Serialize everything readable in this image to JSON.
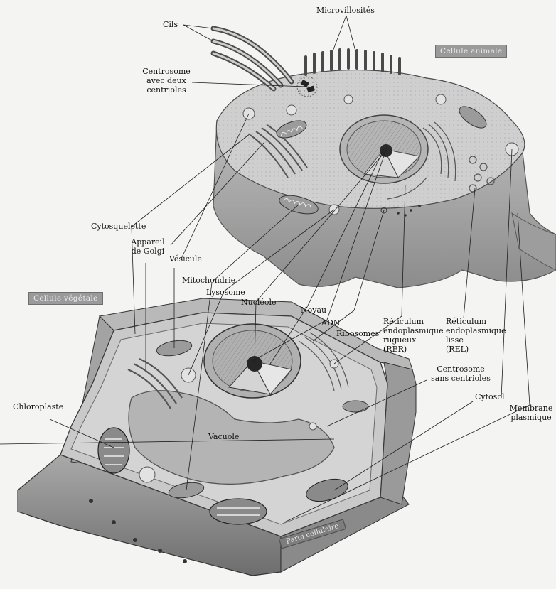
{
  "diagram": {
    "banners": {
      "animal": "Cellule animale",
      "vegetal": "Cellule végétale",
      "wall": "Paroi cellulaire"
    },
    "labels": {
      "cils": "Cils",
      "microvillosites": "Microvillosités",
      "centrosome_1": "Centrosome",
      "centrosome_2": "avec deux",
      "centrosome_3": "centrioles",
      "cytosquelette": "Cytosquelette",
      "golgi_1": "Appareil",
      "golgi_2": "de Golgi",
      "vesicule": "Vésicule",
      "mitochondrie": "Mitochondrie",
      "lysosome": "Lysosome",
      "nucleole": "Nucléole",
      "noyau": "Noyau",
      "adn": "ADN",
      "ribosomes": "Ribosomes",
      "rer_1": "Réticulum",
      "rer_2": "endoplasmique",
      "rer_3": "rugueux",
      "rer_4": "(RER)",
      "rel_1": "Réticulum",
      "rel_2": "endoplasmique",
      "rel_3": "lisse",
      "rel_4": "(REL)",
      "centrosome_v_1": "Centrosome",
      "centrosome_v_2": "sans centrioles",
      "cytosol": "Cytosol",
      "membrane_1": "Membrane",
      "membrane_2": "plasmique",
      "chloroplaste": "Chloroplaste",
      "vacuole": "Vacuole"
    }
  }
}
